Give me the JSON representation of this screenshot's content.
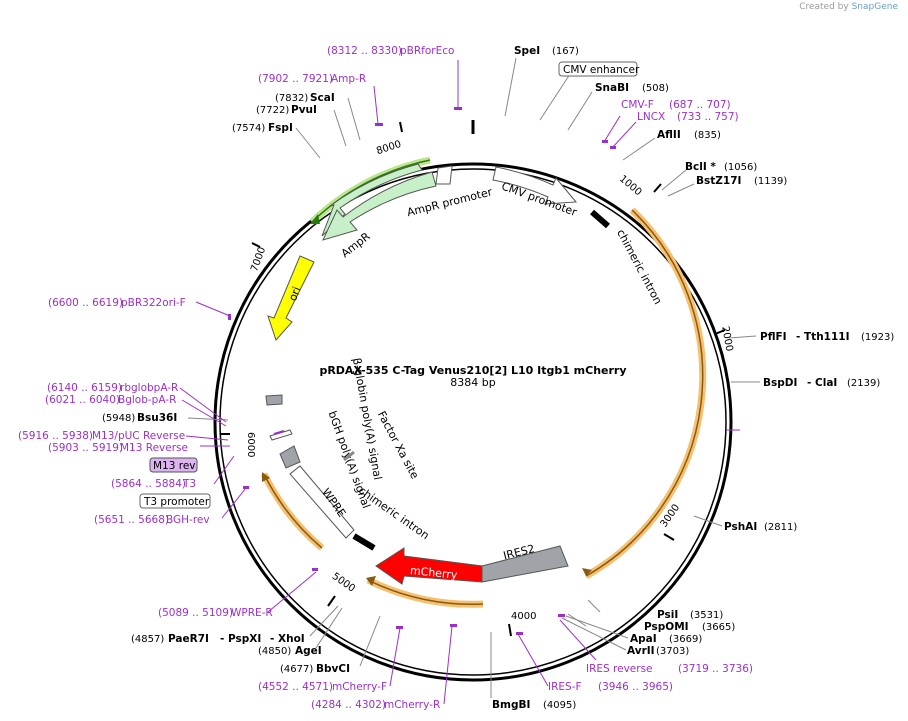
{
  "credit": {
    "prefix": "Created by",
    "brand": "SnapGene"
  },
  "plasmid": {
    "name": "pRDAX-535    C-Tag Venus210[2] L10 Itgb1 mCherry",
    "length": "8384 bp"
  },
  "ticks": [
    "1000",
    "2000",
    "3000",
    "4000",
    "5000",
    "6000",
    "7000",
    "8000"
  ],
  "features": {
    "cmv_promoter": "CMV promoter",
    "chimeric_intron_1": "chimeric intron",
    "ampr": "AmpR",
    "ampr_promoter": "AmpR promoter",
    "ori": "ori",
    "mcherry": "mCherry",
    "ires2": "IRES2",
    "wpre": "WPRE",
    "chimeric_intron_2": "chimeric intron",
    "bgh": "bGH poly(A) signal",
    "bglobin": "β-globin poly(A) signal",
    "factor_xa": "Factor Xa site"
  },
  "sites": {
    "pbrforeco": {
      "pos": "(8312 .. 8330)",
      "name": "pBRforEco"
    },
    "ampr_primer": {
      "pos": "(7902 .. 7921)",
      "name": "Amp-R"
    },
    "scai": {
      "pos": "(7832)",
      "name": "ScaI"
    },
    "pvui": {
      "pos": "(7722)",
      "name": "PvuI"
    },
    "fspi": {
      "pos": "(7574)",
      "name": "FspI"
    },
    "spei": {
      "name": "SpeI",
      "pos": "(167)"
    },
    "cmv_enh": {
      "name": "CMV enhancer"
    },
    "snabi": {
      "name": "SnaBI",
      "pos": "(508)"
    },
    "cmvf": {
      "name": "CMV-F",
      "pos": "(687 .. 707)"
    },
    "lncx": {
      "name": "LNCX",
      "pos": "(733 .. 757)"
    },
    "aflii": {
      "name": "AflII",
      "pos": "(835)"
    },
    "bcli": {
      "name": "BclI *",
      "pos": "(1056)"
    },
    "bstz": {
      "name": "BstZ17I",
      "pos": "(1139)"
    },
    "pflfi": {
      "name": "PflFI",
      "name2": "- Tth111I",
      "pos": "(1923)"
    },
    "bspdi": {
      "name": "BspDI",
      "name2": "- ClaI",
      "pos": "(2139)"
    },
    "pshai": {
      "name": "PshAI",
      "pos": "(2811)"
    },
    "psii": {
      "name": "PsiI",
      "pos": "(3531)"
    },
    "pspomi": {
      "name": "PspOMI",
      "pos": "(3665)"
    },
    "apai": {
      "name": "ApaI",
      "pos": "(3669)"
    },
    "avrii": {
      "name": "AvrII",
      "pos": "(3703)"
    },
    "iresrev": {
      "name": "IRES reverse",
      "pos": "(3719 .. 3736)"
    },
    "iresf": {
      "name": "IRES-F",
      "pos": "(3946 .. 3965)"
    },
    "bmgbi": {
      "name": "BmgBI",
      "pos": "(4095)"
    },
    "mcherryr": {
      "pos": "(4284 .. 4302)",
      "name": "mCherry-R"
    },
    "mcherryf": {
      "pos": "(4552 .. 4571)",
      "name": "mCherry-F"
    },
    "bbvci": {
      "pos": "(4677)",
      "name": "BbvCI"
    },
    "agei": {
      "pos": "(4850)",
      "name": "AgeI"
    },
    "paer7i": {
      "pos": "(4857)",
      "name": "PaeR7I",
      "name2": "- PspXI",
      "name3": "- XhoI"
    },
    "wprer": {
      "pos": "(5089 .. 5109)",
      "name": "WPRE-R"
    },
    "bghrev": {
      "pos": "(5651 .. 5668)",
      "name": "BGH-rev"
    },
    "t7prom": {
      "name": "T3 promoter"
    },
    "t3": {
      "pos": "(5864 .. 5884)",
      "name": "T3"
    },
    "m13rev_box": {
      "name": "M13 rev"
    },
    "m13rev": {
      "pos": "(5903 .. 5919)",
      "name": "M13 Reverse"
    },
    "m13puc": {
      "pos": "(5916 .. 5938)",
      "name": "M13/pUC Reverse"
    },
    "bsu36i": {
      "pos": "(5948)",
      "name": "Bsu36I"
    },
    "bglob": {
      "pos": "(6021 .. 6040)",
      "name": "Bglob-pA-R"
    },
    "rbglob": {
      "pos": "(6140 .. 6159)",
      "name": "rbglobpA-R"
    },
    "pbr322": {
      "pos": "(6600 .. 6619)",
      "name": "pBR322ori-F"
    }
  },
  "colors": {
    "purple": "#9b30c8",
    "ampr": "#c8f0c8",
    "ori": "#ffff00",
    "mcherry": "#ff0000",
    "ires": "#a0a4a8",
    "orf": "#f5a623"
  }
}
